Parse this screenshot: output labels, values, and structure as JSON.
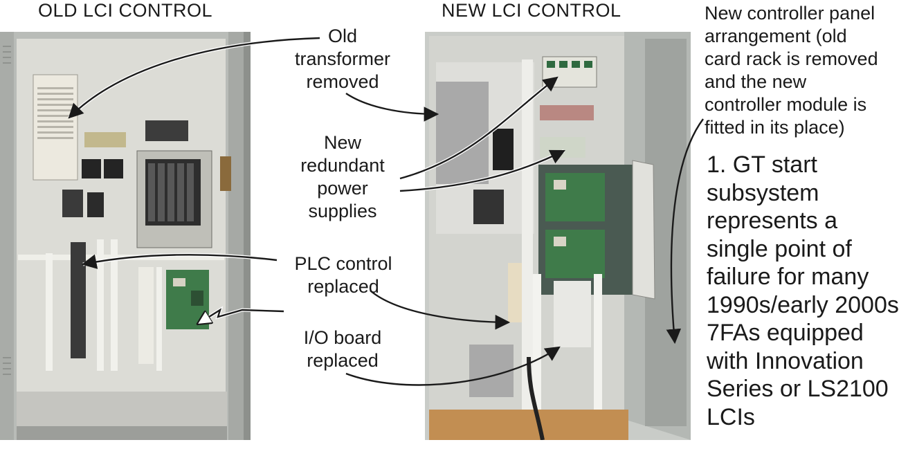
{
  "panels": {
    "old_title": "OLD LCI CONTROL",
    "new_title": "NEW LCI CONTROL"
  },
  "callouts": {
    "transformer": [
      "Old",
      "transformer",
      "removed"
    ],
    "power_supplies": [
      "New",
      "redundant",
      "power",
      "supplies"
    ],
    "plc": [
      "PLC control",
      "replaced"
    ],
    "io_board": [
      "I/O board",
      "replaced"
    ]
  },
  "controller_note": [
    "New controller panel",
    "arrangement (old",
    "card rack is removed",
    "and the new",
    "controller module is",
    "fitted in its place)"
  ],
  "summary_note": [
    "1. GT start",
    "subsystem",
    "represents a",
    "single point of",
    "failure for many",
    "1990s/early 2000s",
    "7FAs equipped",
    "with Innovation",
    "Series or LS2100",
    "LCIs"
  ],
  "colors": {
    "cabinet": "#c9ccc8",
    "backplate": "#dcdcd6",
    "board_green": "#3f7b4a",
    "arrow": "#1a1a1a"
  }
}
